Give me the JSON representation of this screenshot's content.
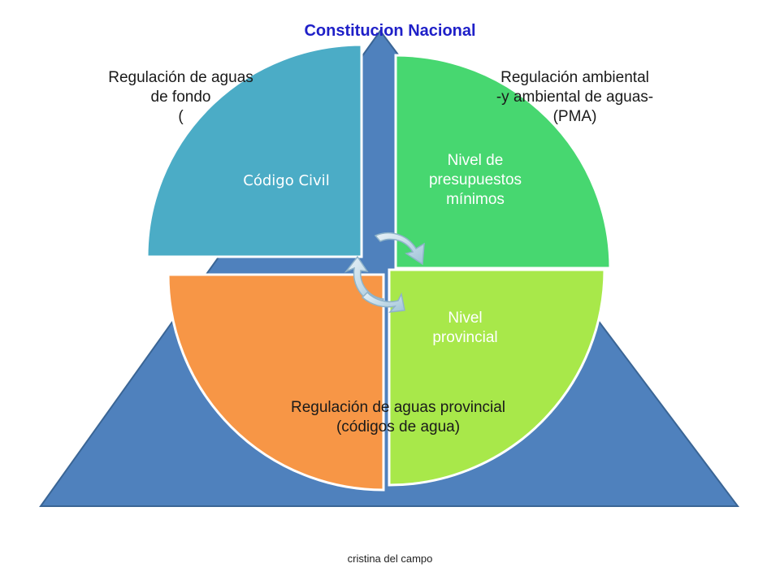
{
  "title": "Constitucion Nacional",
  "segments": {
    "codigo_civil": "Código Civil",
    "presupuestos_minimos": "Nivel de\npresupuestos\nmínimos",
    "provincial": "Nivel\nprovincial"
  },
  "annotations": {
    "top_left": "Regulación de aguas\nde fondo\n(",
    "top_right": "Regulación ambiental\n-y ambiental de aguas-\n(PMA)",
    "bottom": "Regulación de aguas provincial\n(códigos de agua)"
  },
  "footer": "cristina del campo",
  "colors": {
    "triangle": "#4f81bd",
    "triangle_stroke": "#3a6595",
    "codigo_civil": "#4bacc6",
    "presupuestos_minimos": "#47d770",
    "provincial": "#a8e84a",
    "orange": "#f79646",
    "title": "#1f20c8"
  },
  "icons": [
    "cycle-arrow-icon"
  ]
}
